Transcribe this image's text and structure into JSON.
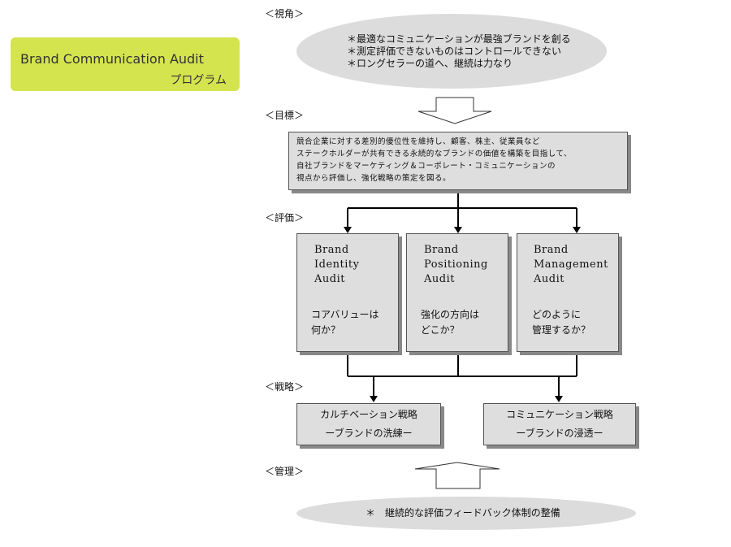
{
  "badge": {
    "title": "Brand Communication Audit",
    "subtitle": "プログラム",
    "color": "#d4e44f"
  },
  "sections": {
    "perspective": "＜視角＞",
    "goal": "＜目標＞",
    "evaluation": "＜評価＞",
    "strategy": "＜戦略＞",
    "management": "＜管理＞"
  },
  "perspective_lines": [
    "＊最適なコミュニケーションが最強ブランドを創る",
    "＊測定評価できないものはコントロールできない",
    "＊ロングセラーの道へ、継続は力なり"
  ],
  "goal_lines": [
    "競合企業に対する差別的優位性を維持し、顧客、株主、従業員など",
    "ステークホルダーが共有できる永続的なブランドの価値を構築を目指して、",
    "自社ブランドをマーケティング＆コーポレート・コミュニケーションの",
    "視点から評価し、強化戦略の策定を図る。"
  ],
  "audits": [
    {
      "title": [
        "Brand",
        "Identity",
        "Audit"
      ],
      "question": [
        "コアバリューは",
        "何か？"
      ]
    },
    {
      "title": [
        "Brand",
        "Positioning",
        "Audit"
      ],
      "question": [
        "強化の方向は",
        "どこか？"
      ]
    },
    {
      "title": [
        "Brand",
        "Management",
        "Audit"
      ],
      "question": [
        "どのように",
        "管理するか？"
      ]
    }
  ],
  "strategies": [
    {
      "line1": "カルチベーション戦略",
      "line2": "ーブランドの洗練ー"
    },
    {
      "line1": "コミュニケーション戦略",
      "line2": "ーブランドの浸透ー"
    }
  ],
  "management_text": "＊　継続的な評価フィードバック体制の整備",
  "colors": {
    "ellipse": "#dcdcdc",
    "box": "#dedede",
    "shadow": "#888888"
  }
}
